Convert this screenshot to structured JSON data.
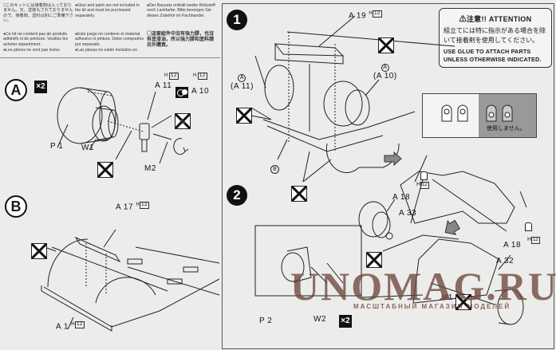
{
  "notes": {
    "jp": "□このキットには接着剤は入っておりません。又、塗装もされておりませんので、接着剤、塗料は別にご準備下さい。",
    "en": "●Glue and paint are not included in the kit and must be purchased separately.",
    "de": "●Der Bausatz enthält weder Klebstoff noch Lackfarbe. Bitte besorgen Sie dieses Zubehör im Fachhandel.",
    "fr": "●Ce kit ne contient pas de produits adhésifs ni de peinture. Veuillez les acheter séparément.",
    "es": "●Este juego no contiene ni material adhesivo ni pintura. Debe comprarlos por separado.",
    "cn": "◯這套組件中沒有強力膠，也沒有塗漆油，所以強力膠和塗料請另外購買。",
    "fr2": "●Les pièces ne sont pas inclus",
    "es2": "●Las piezas no están incluidos en"
  },
  "attention": {
    "title": "⚠注意!! ATTENTION",
    "jp": "組立てには特に指示がある場合を除いて接着剤を使用してください。",
    "en_line1": "USE GLUE TO ATTACH PARTS",
    "en_line2": "UNLESS OTHERWISE INDICATED."
  },
  "sectionA": {
    "letter": "A",
    "multiplier": "×2",
    "labels": {
      "p1": "P 1",
      "w1": "W1",
      "a11": "A 11",
      "a10": "A 10",
      "m2": "M2",
      "h": "H",
      "hnum": "12"
    }
  },
  "sectionB": {
    "letter": "B",
    "labels": {
      "a17": "A 17",
      "a1": "A 1",
      "h": "H",
      "hnum": "12"
    }
  },
  "step1": {
    "number": "1",
    "labels": {
      "a19": "A 19",
      "a11": "(A 11)",
      "a10": "(A 10)",
      "circA": "A",
      "circB": "B",
      "h": "H",
      "hnum": "12"
    }
  },
  "step2": {
    "number": "2",
    "labels": {
      "a18_top": "A 18",
      "a18_right": "A 18",
      "a33": "A 33",
      "a32": "A 32",
      "m1": "M1",
      "p2": "P 2",
      "w2": "W2",
      "h": "H",
      "hnum": "12"
    },
    "multiplier": "×2",
    "unused_note": "使用しません。"
  },
  "watermark": {
    "main": "UNOMAG.RU",
    "sub": "МАСШТАБНЫЙ МАГАЗИН МОДЕЛЕЙ"
  },
  "icons": {
    "glue_symbol": "glue-icon",
    "no_glue_symbol": "no-glue-icon",
    "rotate": "rotate-arrow-icon",
    "direction_arrow": "direction-arrow-icon"
  }
}
